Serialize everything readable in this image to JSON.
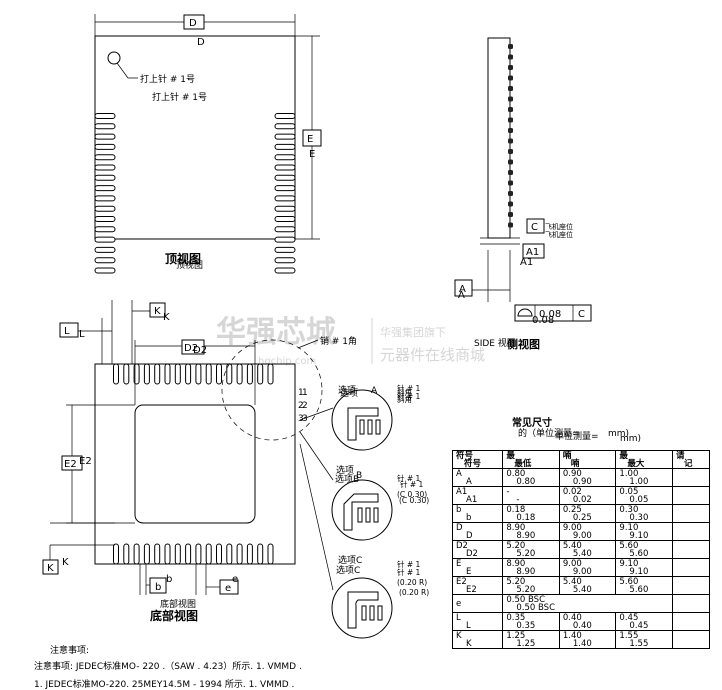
{
  "top_view": {
    "title": "顶视图",
    "title_ghost": "顶视图",
    "dim_d": "D",
    "dim_d_ghost": "D",
    "dim_e": "E",
    "dim_e_ghost": "E",
    "pin1_label": "打上针 # 1号",
    "pin1_label_ghost": "打上针 # 1号"
  },
  "side_view": {
    "title": "侧视图",
    "title_ghost": "SIDE 视图",
    "datum_c": "C",
    "seating_note": "飞机座位",
    "seating_note_ghost": "飞机座位",
    "a1_box": "A1",
    "a1_label": "A1",
    "a_box": "A",
    "a_label": "A",
    "tol_value": "0.08",
    "tol_value_ghost": "0.08",
    "tol_datum": "C"
  },
  "bottom_view": {
    "title": "底部视图",
    "title_ghost": "底部视图",
    "dim_d2": "D2",
    "dim_d2_ghost": "D2",
    "dim_e2": "E2",
    "dim_e2_ghost": "E2",
    "k_box": "K",
    "k_label": "K",
    "l_box": "L",
    "l_label": "L",
    "k2_box": "K",
    "k2_label": "K",
    "b_box": "b",
    "b_label": "b",
    "e_box": "e",
    "e_label": "e",
    "pin1_corner": "销 # 1角",
    "pin_nums": [
      "1",
      "2",
      "3"
    ],
    "pin_nums_ghost": [
      "1",
      "2",
      "3"
    ]
  },
  "options": {
    "a_title": "选项",
    "a_title_letter": "A",
    "a_title_ghost": "选项",
    "a_pin": "针 # 1",
    "a_pin_ghost": "针 # 1",
    "a_shape": "斜角",
    "a_shape_ghost": "斜角",
    "b_title": "选项",
    "b_title_letter": "B",
    "b_title_ghost": "选项B",
    "b_pin": "针 # 1",
    "b_pin_ghost": "针 # 1",
    "b_r1": "(C 0.30)",
    "b_r1_ghost": "(C 0.30)",
    "c_title": "选项C",
    "c_title_ghost": "选项C",
    "c_pin": "针 # 1",
    "c_pin_ghost": "针 # 1",
    "c_r1": "(0.20 R)",
    "c_r1_ghost": "(0.20 R)"
  },
  "watermark": {
    "main": "华强芯城",
    "sub": "hqchip.com",
    "right_top": "华强集团旗下",
    "right_bottom": "元器件在线商城"
  },
  "table": {
    "title": "常见尺寸",
    "subtitle": "的（单位测量=",
    "subtitle_ghost": "单位测量=",
    "unit": "mm)",
    "unit_ghost": "mm)",
    "headers": [
      [
        "符号",
        "符号"
      ],
      [
        "最",
        "最低"
      ],
      [
        "喃",
        "喃"
      ],
      [
        "最",
        "最大"
      ],
      [
        "请",
        "记"
      ]
    ],
    "rows": [
      {
        "sym": [
          "A",
          "A"
        ],
        "min": [
          "0.80",
          "0.80"
        ],
        "nom": [
          "0.90",
          "0.90"
        ],
        "max": [
          "1.00",
          "1.00"
        ]
      },
      {
        "sym": [
          "A1",
          "A1"
        ],
        "min": [
          "-",
          "-"
        ],
        "nom": [
          "0.02",
          "0.02"
        ],
        "max": [
          "0.05",
          "0.05"
        ]
      },
      {
        "sym": [
          "b",
          "b"
        ],
        "min": [
          "0.18",
          "0.18"
        ],
        "nom": [
          "0.25",
          "0.25"
        ],
        "max": [
          "0.30",
          "0.30"
        ]
      },
      {
        "sym": [
          "D",
          "D"
        ],
        "min": [
          "8.90",
          "8.90"
        ],
        "nom": [
          "9.00",
          "9.00"
        ],
        "max": [
          "9.10",
          "9.10"
        ]
      },
      {
        "sym": [
          "D2",
          "D2"
        ],
        "min": [
          "5.20",
          "5.20"
        ],
        "nom": [
          "5.40",
          "5.40"
        ],
        "max": [
          "5.60",
          "5.60"
        ]
      },
      {
        "sym": [
          "E",
          "E"
        ],
        "min": [
          "8.90",
          "8.90"
        ],
        "nom": [
          "9.00",
          "9.00"
        ],
        "max": [
          "9.10",
          "9.10"
        ]
      },
      {
        "sym": [
          "E2",
          "E2"
        ],
        "min": [
          "5.20",
          "5.20"
        ],
        "nom": [
          "5.40",
          "5.40"
        ],
        "max": [
          "5.60",
          "5.60"
        ]
      },
      {
        "sym": [
          "e",
          ""
        ],
        "bsc": [
          "0.50 BSC",
          "0.50 BSC"
        ]
      },
      {
        "sym": [
          "L",
          "L"
        ],
        "min": [
          "0.35",
          "0.35"
        ],
        "nom": [
          "0.40",
          "0.40"
        ],
        "max": [
          "0.45",
          "0.45"
        ]
      },
      {
        "sym": [
          "K",
          "K"
        ],
        "min": [
          "1.25",
          "1.25"
        ],
        "nom": [
          "1.40",
          "1.40"
        ],
        "max": [
          "1.55",
          "1.55"
        ]
      }
    ]
  },
  "notes": {
    "title": "注意事项:",
    "line1": "注意事项: JEDEC标准MO- 220 .（SAW . 4.23）所示. 1. VMMD .",
    "line2": "1. JEDEC标准MO-220. 25MEY14.5M - 1994 所示. 1. VMMD ."
  }
}
